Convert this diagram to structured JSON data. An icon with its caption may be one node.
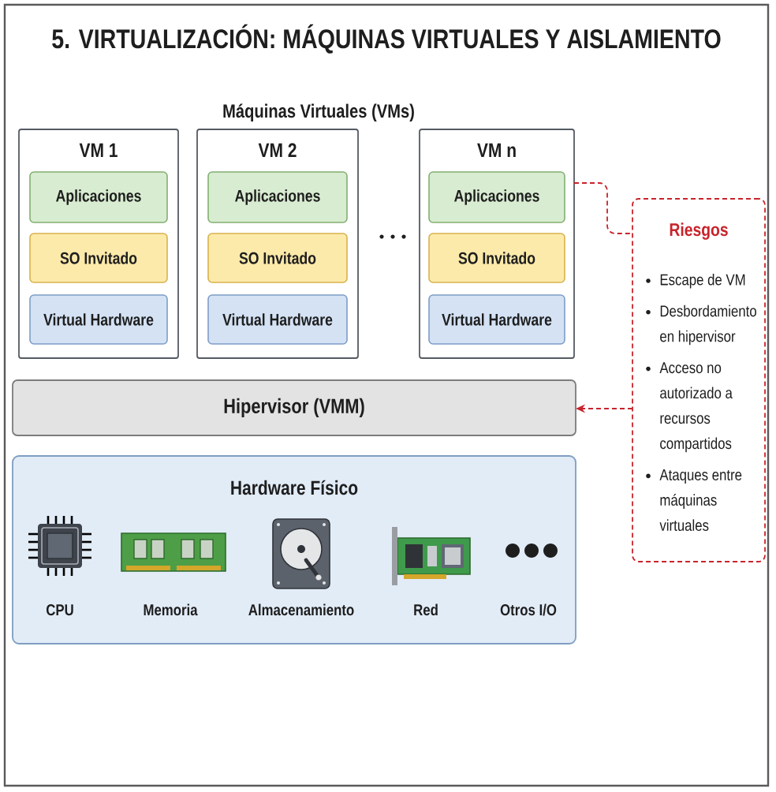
{
  "diagram": {
    "title": "5. VIRTUALIZACIÓN: MÁQUINAS VIRTUALES Y AISLAMIENTO",
    "nodes": [
      {
        "text": [
          "VM 1"
        ]
      },
      {
        "text": [
          "Aplicaciones"
        ],
        "in": 0
      },
      {
        "text": [
          "SO Invitado"
        ],
        "in": 0
      },
      {
        "text": [
          "Virtual Hardware"
        ],
        "in": 0
      },
      {
        "text": [
          "VM 2"
        ]
      },
      {
        "text": [
          "Aplicaciones"
        ],
        "in": 4
      },
      {
        "text": [
          "SO Invitado"
        ],
        "in": 4
      },
      {
        "text": [
          "Virtual Hardware"
        ],
        "in": 4
      },
      {
        "text": [
          "VM n"
        ]
      },
      {
        "text": [
          "Aplicaciones"
        ],
        "in": 8
      },
      {
        "text": [
          "SO Invitado"
        ],
        "in": 8
      },
      {
        "text": [
          "Virtual Hardware"
        ],
        "in": 8
      },
      {
        "text": [
          "Riesgos",
          "Escape de VM",
          "Desbordamiento en hipervisor",
          "Acceso no autorizado a recursos compartidos",
          "Ataques entre máquinas virtuales"
        ]
      },
      {
        "text": [
          "Hipervisor (VMM)"
        ]
      },
      {
        "text": [
          "Hardware Físico"
        ]
      }
    ],
    "edges": [
      {
        "from": 8,
        "to": 12,
        "arrow": "none",
        "style": "dashed",
        "color": "#c8232b"
      },
      {
        "from": 12,
        "to": 13,
        "arrow": "to",
        "style": "dashed",
        "color": "#c8232b"
      }
    ],
    "labels": [
      "Máquinas Virtuales (VMs)",
      "CPU",
      "Memoria",
      "Almacenamiento",
      "Red",
      "Otros I/O"
    ]
  }
}
